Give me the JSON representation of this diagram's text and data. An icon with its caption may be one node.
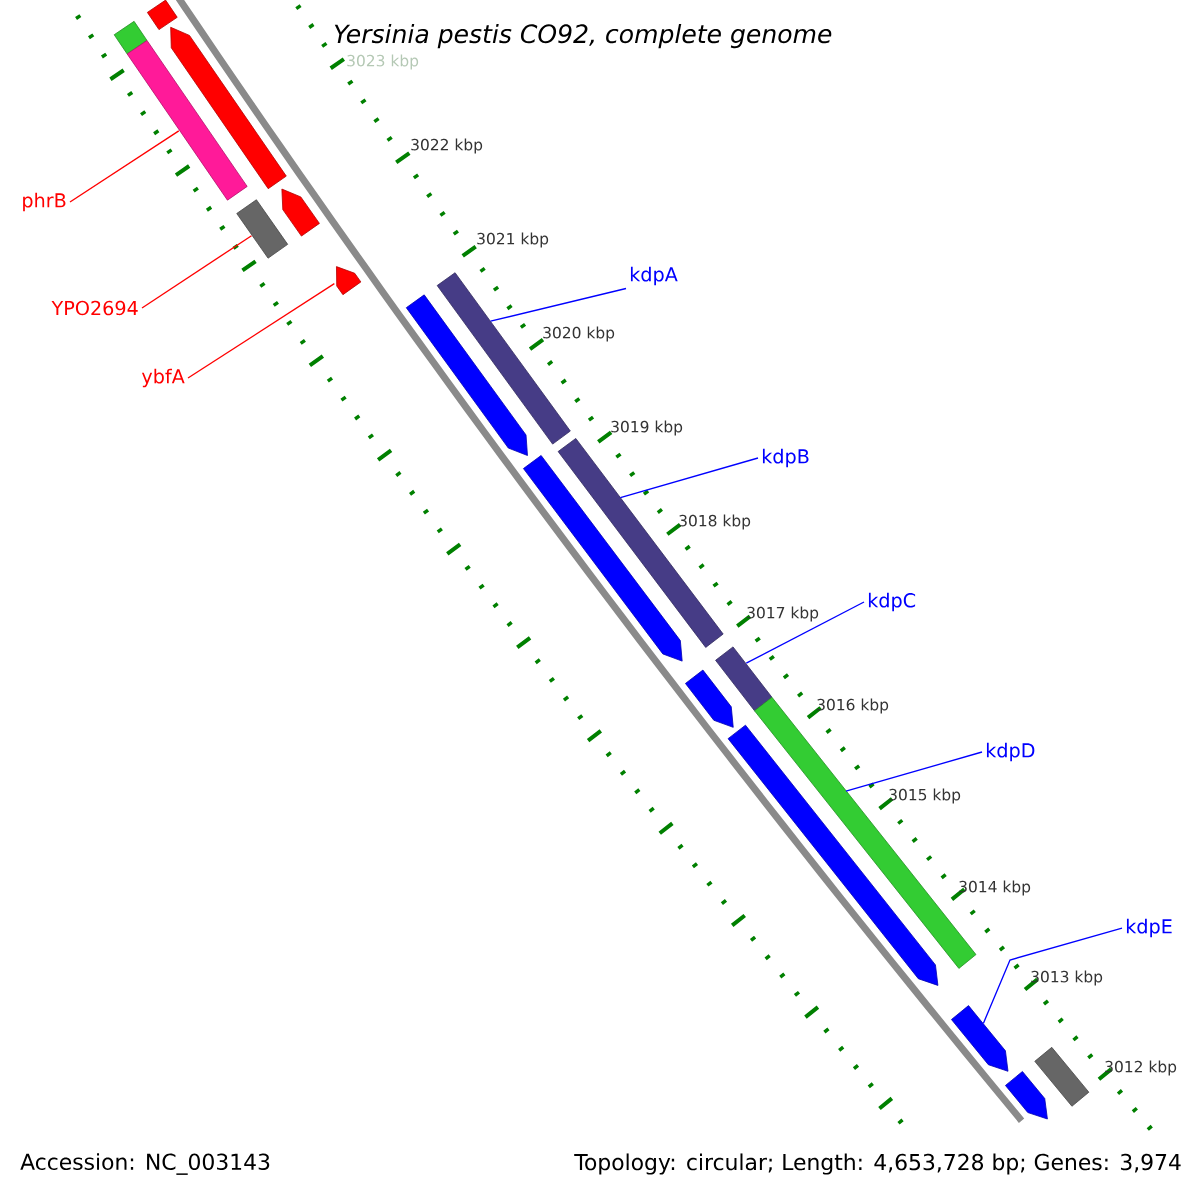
{
  "diagram": {
    "title": "Yersinia pestis CO92, complete genome",
    "nodes": [
      {
        "text": [
          "phrB"
        ]
      },
      {
        "text": [
          "kdpA"
        ]
      },
      {
        "text": [
          "YPO2694"
        ]
      },
      {
        "text": [
          "ybfA"
        ]
      },
      {
        "text": [
          "kdpB"
        ]
      },
      {
        "text": [
          "kdpC"
        ]
      },
      {
        "text": [
          "kdpD"
        ]
      },
      {
        "text": [
          "kdpE"
        ]
      },
      {
        "text": [],
        "shape": "bar"
      },
      {
        "text": [],
        "shape": "bar"
      },
      {
        "text": [],
        "shape": "arrow"
      },
      {
        "text": [],
        "shape": "bar"
      },
      {
        "text": [],
        "shape": "arrow"
      },
      {
        "text": [],
        "shape": "bar"
      },
      {
        "text": [],
        "shape": "arrow"
      },
      {
        "text": [],
        "shape": "arrow"
      },
      {
        "text": [],
        "shape": "bar"
      },
      {
        "text": [],
        "shape": "arrow"
      },
      {
        "text": [],
        "shape": "bar"
      },
      {
        "text": [],
        "shape": "arrow"
      },
      {
        "text": [],
        "shape": "bar"
      },
      {
        "text": [],
        "shape": "arrow"
      },
      {
        "text": [],
        "shape": "bar"
      },
      {
        "text": [],
        "shape": "arrow"
      },
      {
        "text": [],
        "shape": "arrow"
      },
      {
        "text": [],
        "shape": "bar"
      }
    ],
    "edges": [
      {
        "from": 0,
        "to": 11,
        "arrow": "none",
        "color": "#ff0000"
      },
      {
        "from": 1,
        "to": 16,
        "arrow": "none"
      },
      {
        "from": 2,
        "to": 13,
        "arrow": "none",
        "color": "#ff0000"
      },
      {
        "from": 3,
        "to": 14,
        "arrow": "none",
        "color": "#ff0000"
      },
      {
        "from": 4,
        "to": 18,
        "arrow": "none"
      },
      {
        "from": 5,
        "to": 20,
        "arrow": "none"
      },
      {
        "from": 6,
        "to": 22,
        "arrow": "none"
      },
      {
        "from": 7,
        "to": 23,
        "arrow": "none"
      }
    ],
    "labels": [
      "3023 kbp",
      "3022 kbp",
      "3021 kbp",
      "3020 kbp",
      "3019 kbp",
      "3018 kbp",
      "3017 kbp",
      "3016 kbp",
      "3015 kbp",
      "3014 kbp",
      "3013 kbp",
      "3012 kbp",
      "Accession: NC_003143",
      "Topology: circular; Length: 4,653,728 bp; Genes: 3,974"
    ]
  }
}
